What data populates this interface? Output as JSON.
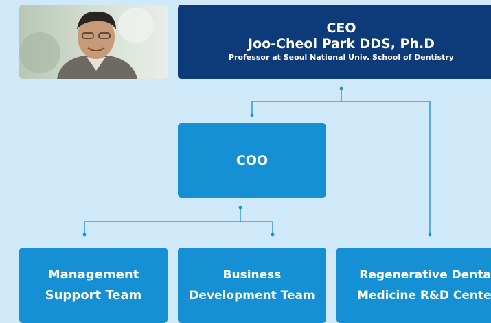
{
  "ceo": {
    "title": "CEO",
    "name": "Joo-Cheol Park DDS, Ph.D",
    "description": "Professor at Seoul National Univ. School of Dentistry"
  },
  "coo": {
    "title": "COO"
  },
  "teams": [
    {
      "line1": "Management",
      "line2": "Support Team"
    },
    {
      "line1": "Business",
      "line2": "Development Team"
    },
    {
      "line1": "Regenerative Dental",
      "line2": "Medicine R&D Center"
    }
  ],
  "colors": {
    "background": "#cfe9f8",
    "ceo_box": "#0d3a78",
    "unit_box": "#1590d4",
    "connector": "#1590d4"
  }
}
